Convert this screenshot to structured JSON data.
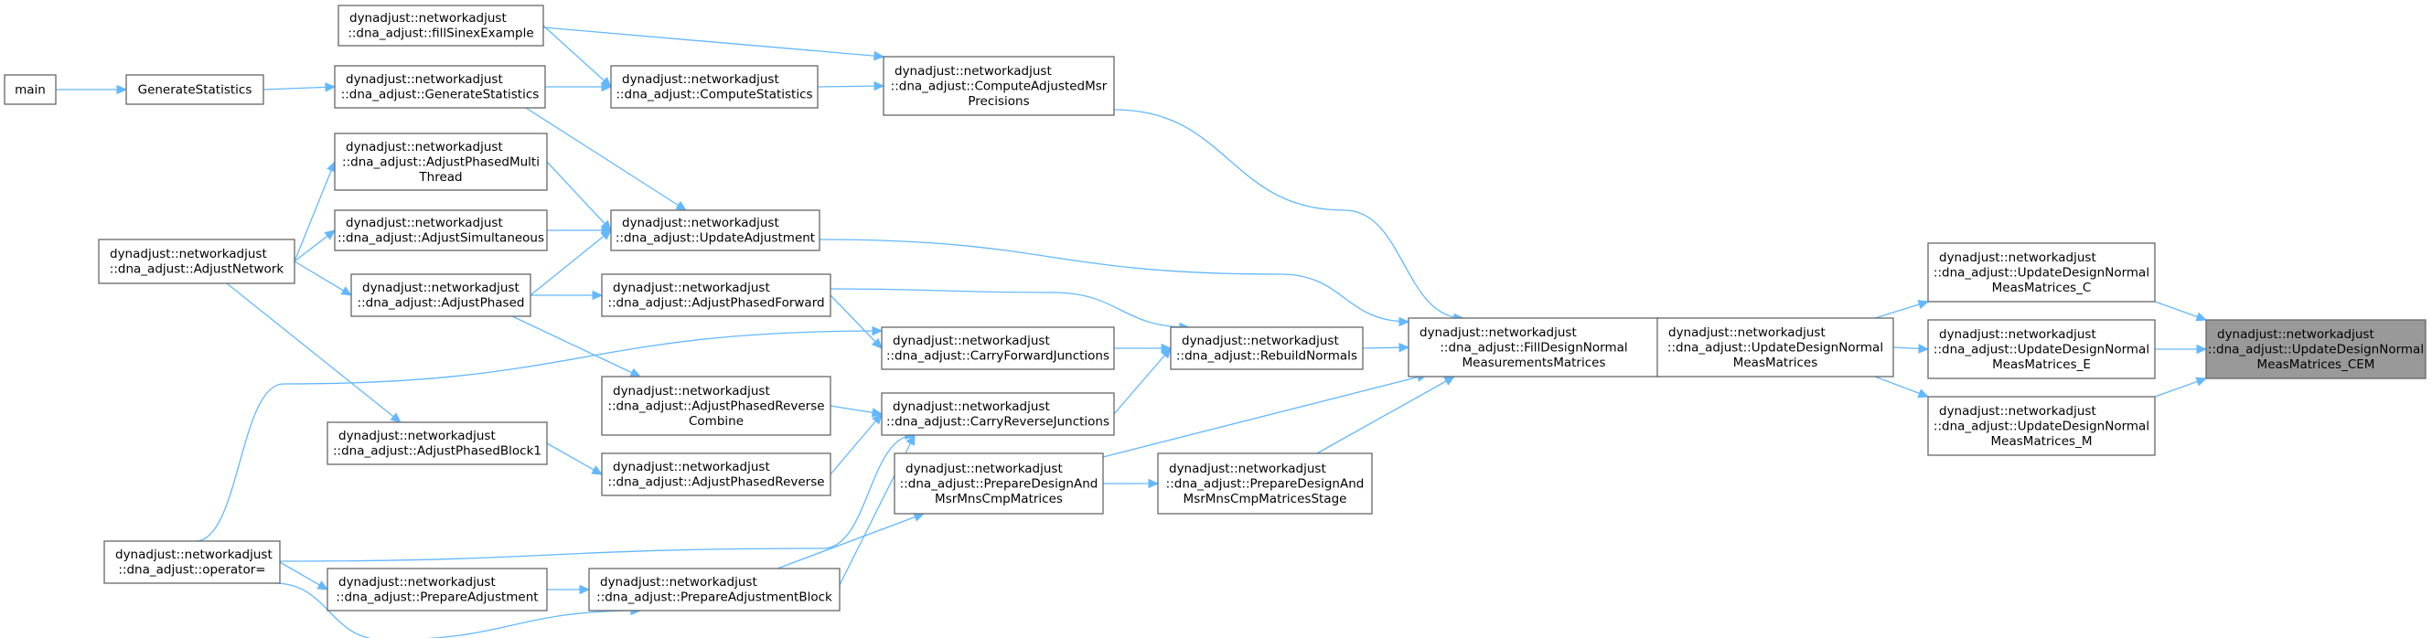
{
  "nodes": [
    {
      "id": "main",
      "lines": [
        "main"
      ]
    },
    {
      "id": "gs",
      "lines": [
        "GenerateStatistics"
      ]
    },
    {
      "id": "fse",
      "lines": [
        "dynadjust::networkadjust",
        "::dna_adjust::fillSinexExample"
      ]
    },
    {
      "id": "dgs",
      "lines": [
        "dynadjust::networkadjust",
        "::dna_adjust::GenerateStatistics"
      ]
    },
    {
      "id": "cs",
      "lines": [
        "dynadjust::networkadjust",
        "::dna_adjust::ComputeStatistics"
      ]
    },
    {
      "id": "camp",
      "lines": [
        "dynadjust::networkadjust",
        "::dna_adjust::ComputeAdjustedMsr",
        "Precisions"
      ]
    },
    {
      "id": "apmt",
      "lines": [
        "dynadjust::networkadjust",
        "::dna_adjust::AdjustPhasedMulti",
        "Thread"
      ]
    },
    {
      "id": "asim",
      "lines": [
        "dynadjust::networkadjust",
        "::dna_adjust::AdjustSimultaneous"
      ]
    },
    {
      "id": "an",
      "lines": [
        "dynadjust::networkadjust",
        "::dna_adjust::AdjustNetwork"
      ]
    },
    {
      "id": "ua",
      "lines": [
        "dynadjust::networkadjust",
        "::dna_adjust::UpdateAdjustment"
      ]
    },
    {
      "id": "ap",
      "lines": [
        "dynadjust::networkadjust",
        "::dna_adjust::AdjustPhased"
      ]
    },
    {
      "id": "apf",
      "lines": [
        "dynadjust::networkadjust",
        "::dna_adjust::AdjustPhasedForward"
      ]
    },
    {
      "id": "cfj",
      "lines": [
        "dynadjust::networkadjust",
        "::dna_adjust::CarryForwardJunctions"
      ]
    },
    {
      "id": "rn",
      "lines": [
        "dynadjust::networkadjust",
        "::dna_adjust::RebuildNormals"
      ]
    },
    {
      "id": "fdnmm",
      "lines": [
        "dynadjust::networkadjust",
        "::dna_adjust::FillDesignNormal",
        "MeasurementsMatrices"
      ]
    },
    {
      "id": "udnmm",
      "lines": [
        "dynadjust::networkadjust",
        "::dna_adjust::UpdateDesignNormal",
        "MeasMatrices"
      ]
    },
    {
      "id": "udnmm_c",
      "lines": [
        "dynadjust::networkadjust",
        "::dna_adjust::UpdateDesignNormal",
        "MeasMatrices_C"
      ]
    },
    {
      "id": "udnmm_e",
      "lines": [
        "dynadjust::networkadjust",
        "::dna_adjust::UpdateDesignNormal",
        "MeasMatrices_E"
      ]
    },
    {
      "id": "udnmm_m",
      "lines": [
        "dynadjust::networkadjust",
        "::dna_adjust::UpdateDesignNormal",
        "MeasMatrices_M"
      ]
    },
    {
      "id": "udnmm_cem",
      "lines": [
        "dynadjust::networkadjust",
        "::dna_adjust::UpdateDesignNormal",
        "MeasMatrices_CEM"
      ],
      "current": true
    },
    {
      "id": "aprc",
      "lines": [
        "dynadjust::networkadjust",
        "::dna_adjust::AdjustPhasedReverse",
        "Combine"
      ]
    },
    {
      "id": "crj",
      "lines": [
        "dynadjust::networkadjust",
        "::dna_adjust::CarryReverseJunctions"
      ]
    },
    {
      "id": "apb1",
      "lines": [
        "dynadjust::networkadjust",
        "::dna_adjust::AdjustPhasedBlock1"
      ]
    },
    {
      "id": "apr",
      "lines": [
        "dynadjust::networkadjust",
        "::dna_adjust::AdjustPhasedReverse"
      ]
    },
    {
      "id": "pdmcm",
      "lines": [
        "dynadjust::networkadjust",
        "::dna_adjust::PrepareDesignAnd",
        "MsrMnsCmpMatrices"
      ]
    },
    {
      "id": "pdmcms",
      "lines": [
        "dynadjust::networkadjust",
        "::dna_adjust::PrepareDesignAnd",
        "MsrMnsCmpMatricesStage"
      ]
    },
    {
      "id": "op",
      "lines": [
        "dynadjust::networkadjust",
        "::dna_adjust::operator="
      ]
    },
    {
      "id": "pa",
      "lines": [
        "dynadjust::networkadjust",
        "::dna_adjust::PrepareAdjustment"
      ]
    },
    {
      "id": "pab",
      "lines": [
        "dynadjust::networkadjust",
        "::dna_adjust::PrepareAdjustmentBlock"
      ]
    }
  ],
  "edges": [
    {
      "from": "main",
      "to": "gs"
    },
    {
      "from": "gs",
      "to": "dgs"
    },
    {
      "from": "fse",
      "to": "cs"
    },
    {
      "from": "fse",
      "to": "camp"
    },
    {
      "from": "dgs",
      "to": "cs"
    },
    {
      "from": "cs",
      "to": "camp"
    },
    {
      "from": "dgs",
      "to": "ua"
    },
    {
      "from": "apmt",
      "to": "ua"
    },
    {
      "from": "asim",
      "to": "ua"
    },
    {
      "from": "ap",
      "to": "ua"
    },
    {
      "from": "an",
      "to": "apmt"
    },
    {
      "from": "an",
      "to": "asim"
    },
    {
      "from": "an",
      "to": "ap"
    },
    {
      "from": "an",
      "to": "apb1"
    },
    {
      "from": "ap",
      "to": "apf"
    },
    {
      "from": "ap",
      "to": "aprc"
    },
    {
      "from": "apf",
      "to": "rn"
    },
    {
      "from": "apf",
      "to": "cfj"
    },
    {
      "from": "op",
      "to": "cfj"
    },
    {
      "from": "op",
      "to": "crj"
    },
    {
      "from": "op",
      "to": "pa"
    },
    {
      "from": "op",
      "to": "pab"
    },
    {
      "from": "pa",
      "to": "pab"
    },
    {
      "from": "pab",
      "to": "pdmcm"
    },
    {
      "from": "pab",
      "to": "crj"
    },
    {
      "from": "aprc",
      "to": "crj"
    },
    {
      "from": "apr",
      "to": "crj"
    },
    {
      "from": "apb1",
      "to": "apr"
    },
    {
      "from": "cfj",
      "to": "rn"
    },
    {
      "from": "crj",
      "to": "rn"
    },
    {
      "from": "rn",
      "to": "fdnmm"
    },
    {
      "from": "ua",
      "to": "fdnmm"
    },
    {
      "from": "camp",
      "to": "fdnmm"
    },
    {
      "from": "pdmcm",
      "to": "pdmcms"
    },
    {
      "from": "pdmcm",
      "to": "fdnmm"
    },
    {
      "from": "pdmcms",
      "to": "fdnmm"
    },
    {
      "from": "fdnmm",
      "to": "udnmm"
    },
    {
      "from": "udnmm",
      "to": "udnmm_c"
    },
    {
      "from": "udnmm",
      "to": "udnmm_e"
    },
    {
      "from": "udnmm",
      "to": "udnmm_m"
    },
    {
      "from": "udnmm_c",
      "to": "udnmm_cem"
    },
    {
      "from": "udnmm_e",
      "to": "udnmm_cem"
    },
    {
      "from": "udnmm_m",
      "to": "udnmm_cem"
    }
  ]
}
